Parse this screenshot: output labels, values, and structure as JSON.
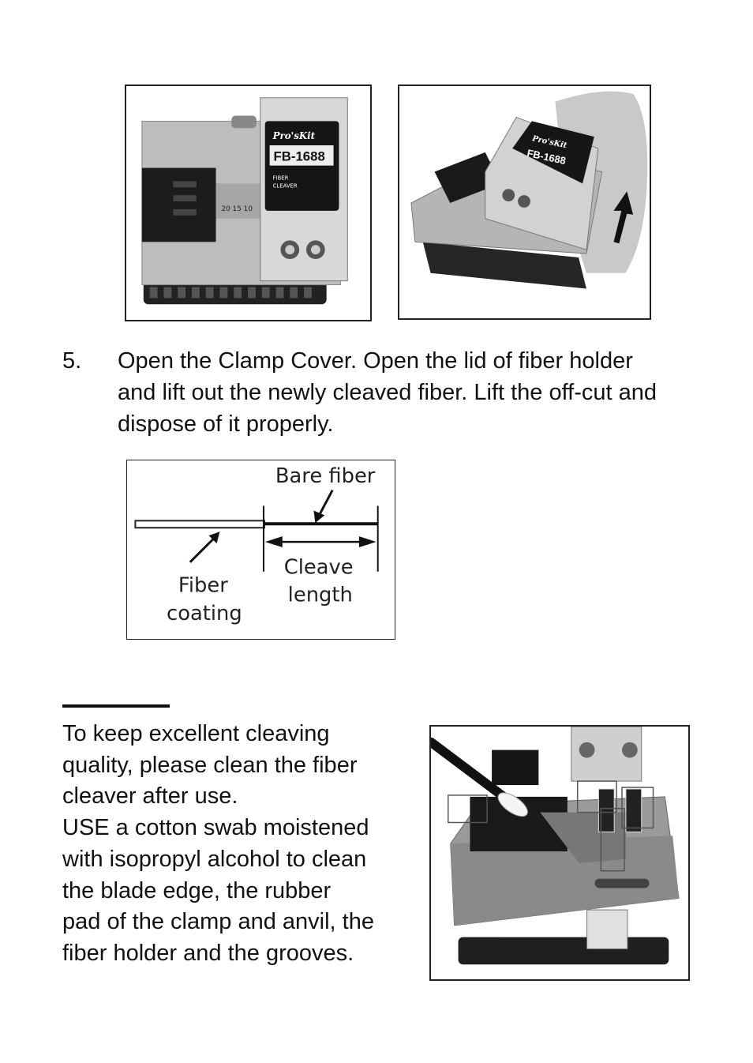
{
  "photos": {
    "photo1": {
      "brand": "Pro'sKit",
      "model": "FB-1688",
      "label_line1": "FIBER",
      "label_line2": "CLEAVER",
      "scale_marks": "20 15 10"
    },
    "photo2": {
      "brand": "Pro'sKit",
      "model": "FB-1688"
    }
  },
  "step": {
    "number": "5.",
    "lines": [
      "Open the Clamp Cover. Open the lid of fiber holder",
      "and lift out the newly cleaved fiber. Lift the off-cut and",
      "dispose of it properly."
    ]
  },
  "diagram": {
    "bare_fiber": "Bare fiber",
    "fiber_coating_line1": "Fiber",
    "fiber_coating_line2": "coating",
    "cleave_length_line1": "Cleave",
    "cleave_length_line2": "length"
  },
  "note": {
    "lines": [
      "To keep excellent cleaving",
      "quality, please clean the fiber",
      "cleaver after use.",
      "USE a cotton swab moistened",
      "with isopropyl alcohol to clean",
      "the blade edge, the rubber",
      "pad of the clamp and anvil, the",
      "fiber holder and the grooves."
    ]
  }
}
